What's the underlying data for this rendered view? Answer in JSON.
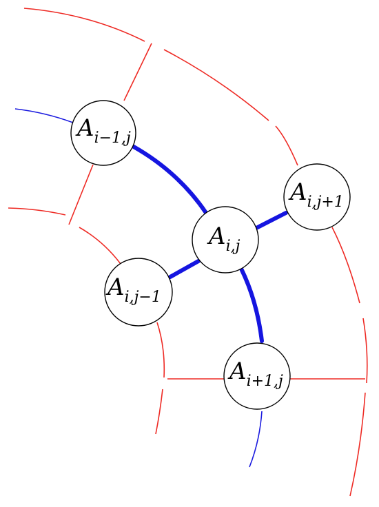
{
  "nodes": [
    {
      "id": "a-i-minus1-j",
      "base": "A",
      "subscript": "i−1,j"
    },
    {
      "id": "a-i-j",
      "base": "A",
      "subscript": "i,j"
    },
    {
      "id": "a-i-j-plus1",
      "base": "A",
      "subscript": "i,j+1"
    },
    {
      "id": "a-i-j-minus1",
      "base": "A",
      "subscript": "i,j−1"
    },
    {
      "id": "a-i-plus1-j",
      "base": "A",
      "subscript": "i+1,j"
    }
  ],
  "colors": {
    "grid_lines": "#ee2a24",
    "connections": "#1515e0",
    "node_stroke": "#000000"
  }
}
